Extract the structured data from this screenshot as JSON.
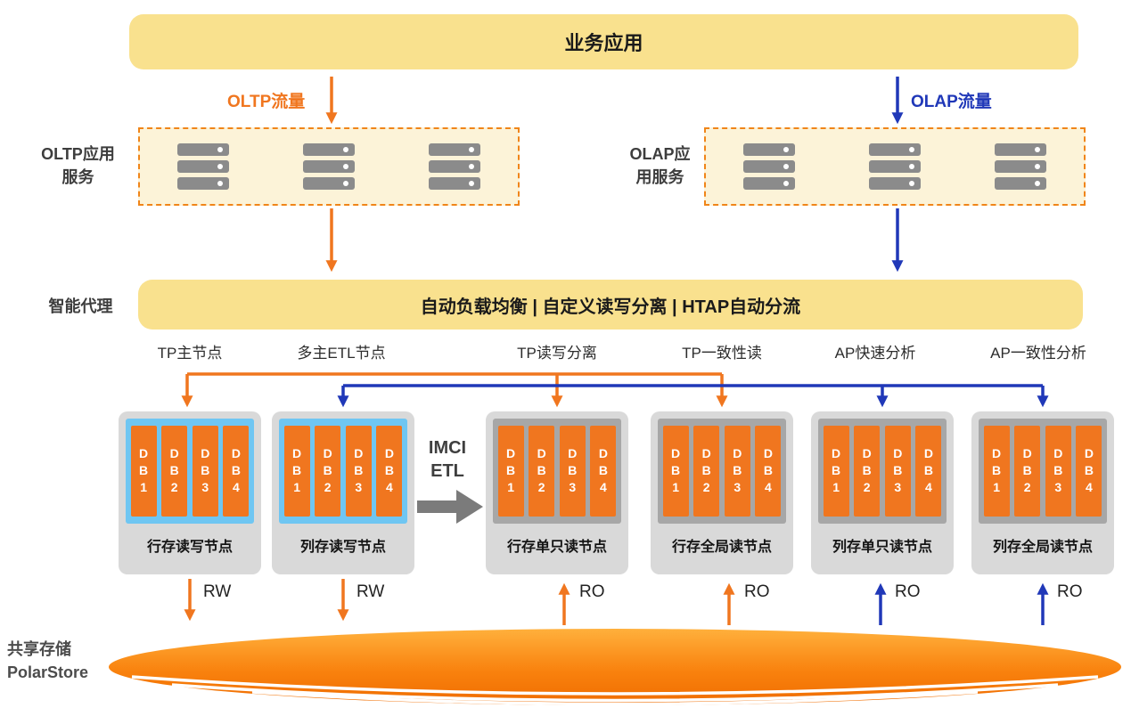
{
  "colors": {
    "orange": "#F0761F",
    "blue": "#2038B8",
    "banner_yellow": "#F9E18E",
    "box_fill": "#FCF3D8",
    "node_gray": "#D9D9D9",
    "panel_blue": "#6FC6F2",
    "panel_gray": "#A7A7A7",
    "disk_orange": "#F9820E"
  },
  "top_banner": {
    "label": "业务应用"
  },
  "traffic": {
    "oltp": "OLTP流量",
    "olap": "OLAP流量"
  },
  "clusters": {
    "oltp": {
      "line1": "OLTP应用",
      "line2": "服务"
    },
    "olap": {
      "line1": "OLAP应",
      "line2": "用服务"
    }
  },
  "proxy": {
    "side_label": "智能代理",
    "banner": "自动负载均衡 | 自定义读写分离 | HTAP自动分流"
  },
  "branches": [
    "TP主节点",
    "多主ETL节点",
    "TP读写分离",
    "TP一致性读",
    "AP快速分析",
    "AP一致性分析"
  ],
  "imci": {
    "line1": "IMCI",
    "line2": "ETL"
  },
  "nodes": [
    {
      "label": "行存读写节点",
      "io": "RW",
      "dbs": [
        "DB1",
        "DB2",
        "DB3",
        "DB4"
      ]
    },
    {
      "label": "列存读写节点",
      "io": "RW",
      "dbs": [
        "DB1",
        "DB2",
        "DB3",
        "DB4"
      ]
    },
    {
      "label": "行存单只读节点",
      "io": "RO",
      "dbs": [
        "DB1",
        "DB2",
        "DB3",
        "DB4"
      ]
    },
    {
      "label": "行存全局读节点",
      "io": "RO",
      "dbs": [
        "DB1",
        "DB2",
        "DB3",
        "DB4"
      ]
    },
    {
      "label": "列存单只读节点",
      "io": "RO",
      "dbs": [
        "DB1",
        "DB2",
        "DB3",
        "DB4"
      ]
    },
    {
      "label": "列存全局读节点",
      "io": "RO",
      "dbs": [
        "DB1",
        "DB2",
        "DB3",
        "DB4"
      ]
    }
  ],
  "storage": {
    "line1": "共享存储",
    "line2": "PolarStore"
  }
}
